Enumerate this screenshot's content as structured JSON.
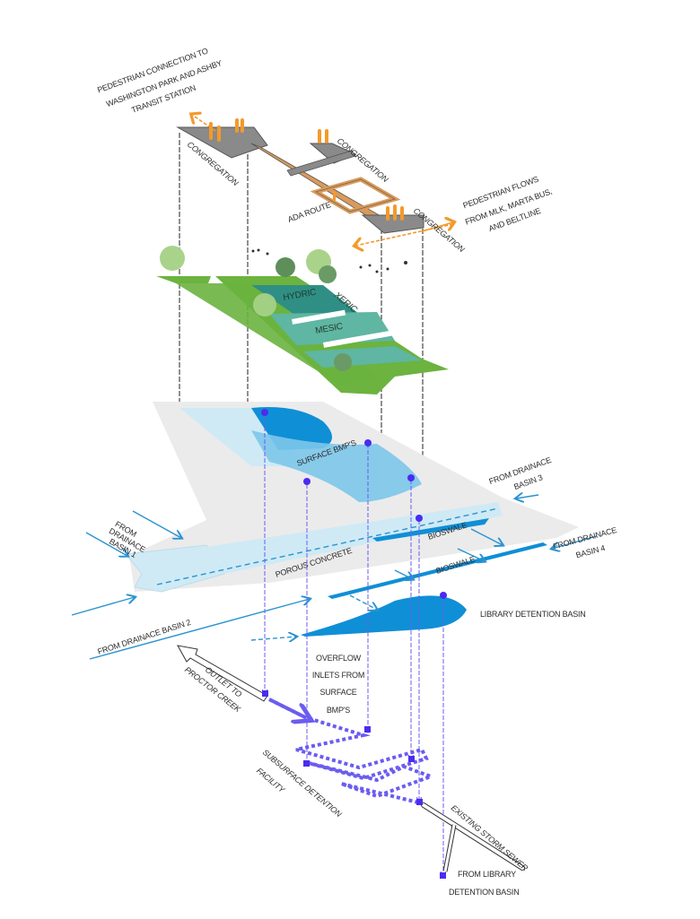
{
  "colors": {
    "orange": "#f39a2a",
    "plaza_gray": "#8a8a8a",
    "path_tan": "#d99a5a",
    "green_bright": "#6cb33f",
    "green_teal": "#5fb6a2",
    "green_dark_teal": "#2f8f84",
    "water_light": "#cfeaf5",
    "water_mid": "#7cc6ea",
    "water_deep": "#0f8fd6",
    "concrete": "#ebebeb",
    "flow_blue": "#2a93d0",
    "subsurface_purple": "#6b5cf0",
    "node_purple": "#4a2cf0"
  },
  "layers": {
    "circulation": {
      "labels": {
        "pedestrian_connection": [
          "PEDESTRIAN CONNECTION TO",
          "WASHINGTON PARK AND ASHBY",
          "TRANSIT STATION"
        ],
        "congregation_1": "CONGREGATION",
        "congregation_2": "CONGREGATION",
        "congregation_3": "CONGREGATION",
        "ada_route": "ADA ROUTE",
        "pedestrian_flows": [
          "PEDESTRIAN FLOWS",
          "FROM MLK, MARTA BUS,",
          "AND BELTLINE"
        ]
      }
    },
    "planting": {
      "labels": {
        "hydric": "HYDRIC",
        "xeric": "XERIC",
        "mesic": "MESIC"
      }
    },
    "surface_water": {
      "labels": {
        "surface_bmps": "SURFACE BMP'S",
        "from_drainage_basin_3": [
          "FROM DRAINACE",
          "BASIN 3"
        ],
        "from_drainage_basin_1": [
          "FROM",
          "DRAINACE",
          "BASIN 1"
        ],
        "from_drainage_basin_4": [
          "FROM DRAINACE",
          "BASIN 4"
        ],
        "from_drainage_basin_2": "FROM DRAINACE BASIN 2",
        "porous_concrete": "POROUS CONCRETE",
        "bioswale_1": "BIOSWALE",
        "bioswale_2": "BIOSWALE",
        "library_detention_basin": "LIBRARY DETENTION BASIN"
      }
    },
    "subsurface": {
      "labels": {
        "outlet": [
          "OUTLET TO",
          "PROCTOR CREEK"
        ],
        "overflow_inlets": [
          "OVERFLOW",
          "INLETS FROM",
          "SURFACE",
          "BMP'S"
        ],
        "subsurface_detention": [
          "SUBSURFACE DETENTION",
          "FACILITY"
        ],
        "existing_storm_sewer": "EXISTING STORM SEWER",
        "from_library": [
          "FROM LIBRARY",
          "DETENTION BASIN"
        ]
      }
    }
  }
}
